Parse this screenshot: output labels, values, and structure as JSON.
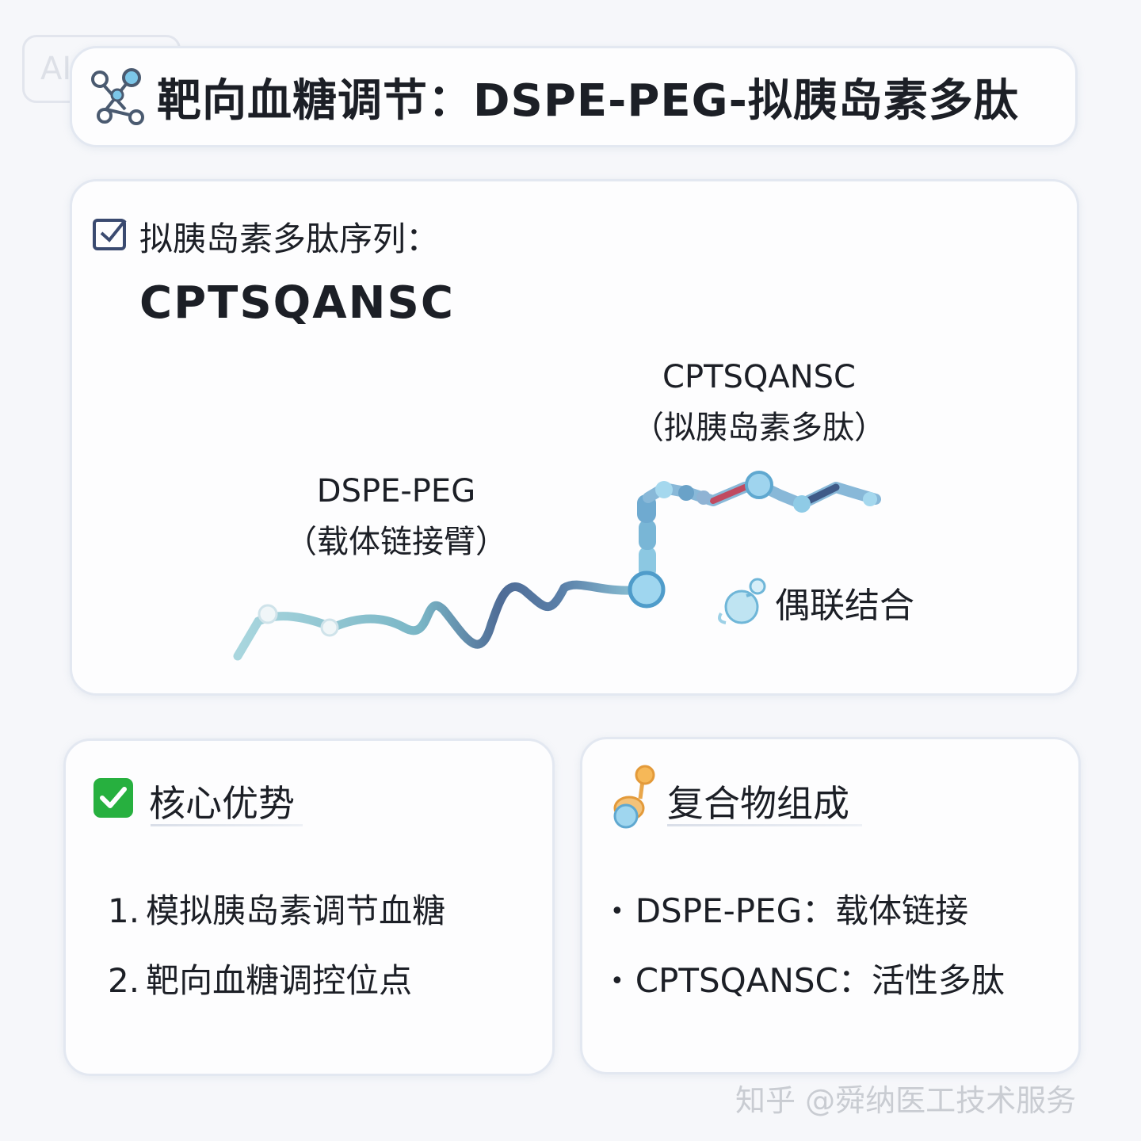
{
  "badge": {
    "text": "AI生成"
  },
  "header": {
    "title": "靶向血糖调节：DSPE-PEG-拟胰岛素多肽"
  },
  "sequence": {
    "label": "拟胰岛素多肽序列：",
    "value": "CPTSQANSC"
  },
  "diagram": {
    "peptide_label_1": "CPTSQANSC",
    "peptide_label_2": "（拟胰岛素多肽）",
    "linker_label_1": "DSPE-PEG",
    "linker_label_2": "（载体链接臂）",
    "coupling_label": "偶联结合"
  },
  "advantages": {
    "title": "核心优势",
    "items": [
      {
        "num": "1.",
        "text": "模拟胰岛素调节血糖"
      },
      {
        "num": "2.",
        "text": "靶向血糖调控位点"
      }
    ]
  },
  "composition": {
    "title": "复合物组成",
    "items": [
      {
        "bullet": "•",
        "text": "DSPE-PEG：载体链接"
      },
      {
        "bullet": "•",
        "text": "CPTSQANSC：活性多肽"
      }
    ]
  },
  "watermark": {
    "text": "知乎 @舜纳医工技术服务"
  },
  "icons": {
    "title": "molecule-network-icon",
    "sequence": "checkbox-icon",
    "advantages": "check-mark-icon",
    "composition": "molecule-model-icon",
    "coupling": "bond-icon"
  },
  "colors": {
    "linker_light": "#9fd0da",
    "linker_dark": "#4a6a95",
    "peptide_blue": "#7cc6e8",
    "accent_red": "#c04a60",
    "check_green": "#27b03f"
  }
}
